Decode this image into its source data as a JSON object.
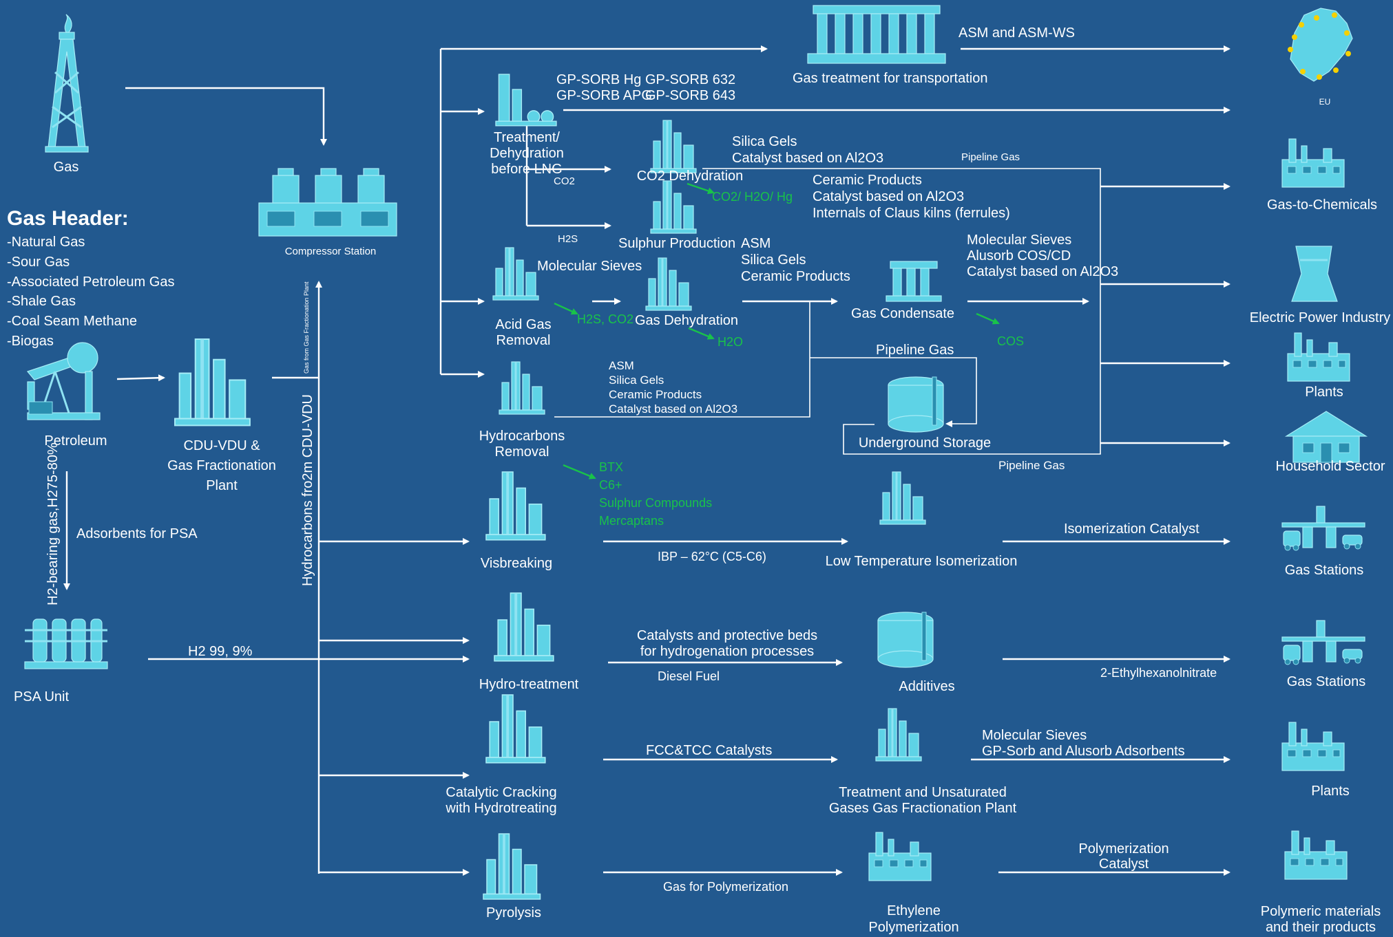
{
  "sources": {
    "gas": "Gas",
    "petroleum": "Petroleum",
    "compressor": "Compressor Station",
    "cdu": [
      "CDU-VDU &",
      "Gas Fractionation",
      "Plant"
    ],
    "psa": "PSA Unit"
  },
  "gas_header": {
    "title": "Gas Header:",
    "items": [
      "-Natural Gas",
      "-Sour Gas",
      "-Associated Petroleum Gas",
      "-Shale Gas",
      "-Coal Seam Methane",
      "-Biogas"
    ]
  },
  "vertical_labels": {
    "h2_bearing": "H2-bearing gas,H275-80%",
    "hydrocarbons": "Hydrocarbons fro2m CDU-VDU",
    "gas_from_fractionation": "Gas from Gas Fractionation Plant"
  },
  "edge_labels": {
    "adsorbents_psa": "Adsorbents for PSA",
    "h2_purity": "H2  99, 9%",
    "co2": "CO2",
    "h2s": "H2S",
    "pipeline_gas_1": "Pipeline Gas",
    "pipeline_gas_2": "Pipeline Gas",
    "pipeline_gas_3": "Pipeline Gas",
    "ibp": "IBP – 62°C (C5-C6)",
    "isomerization_catalyst": "Isomerization Catalyst",
    "diesel_fuel": "Diesel Fuel",
    "ethylhexanol": "2-Ethylhexanolnitrate",
    "fcc": "FCC&TCC Catalysts",
    "gas_for_poly": "Gas for Polymerization",
    "asm_ws": "ASM and ASM-WS"
  },
  "processes": {
    "gas_treatment": "Gas treatment for transportation",
    "treatment_dehydration": [
      "Treatment/",
      "Dehydration",
      "before LNG"
    ],
    "co2_dehydration": "CO2 Dehydration",
    "sulphur_production": "Sulphur Production",
    "acid_gas_removal": [
      "Acid Gas",
      "Removal"
    ],
    "gas_dehydration": "Gas Dehydration",
    "gas_condensate": "Gas Condensate",
    "hydrocarbons_removal": [
      "Hydrocarbons",
      "Removal"
    ],
    "underground_storage": "Underground Storage",
    "visbreaking": "Visbreaking",
    "low_temp_isomerization": "Low Temperature Isomerization",
    "hydrotreatment": "Hydro-treatment",
    "additives": "Additives",
    "catalytic_cracking": [
      "Catalytic Cracking",
      "with Hydrotreating"
    ],
    "treatment_unsaturated": [
      "Treatment and Unsaturated",
      "Gases Gas Fractionation Plant"
    ],
    "pyrolysis": "Pyrolysis",
    "ethylene_polymerization": [
      "Ethylene",
      "Polymerization"
    ]
  },
  "product_labels": {
    "gp_sorb_1": "GP-SORB Hg",
    "gp_sorb_2": "GP-SORB 632",
    "gp_sorb_3": "GP-SORB APG",
    "gp_sorb_4": "GP-SORB 643",
    "silica_catalyst": [
      "Silica Gels",
      "Catalyst based on Al2O3"
    ],
    "ceramic_block": [
      "Ceramic Products",
      "Catalyst based on Al2O3",
      "Internals of Claus kilns (ferrules)"
    ],
    "molecular_sieves": "Molecular Sieves",
    "asm_block": [
      "ASM",
      "Silica Gels",
      "Ceramic Products"
    ],
    "mol_sieves_block": [
      "Molecular Sieves",
      "Alusorb COS/CD",
      "Catalyst based on Al2O3"
    ],
    "hydrocarbons_block": [
      "ASM",
      "Silica Gels",
      "Ceramic Products",
      "Catalyst based on Al2O3"
    ],
    "catalysts_beds": [
      "Catalysts and protective beds",
      "for hydrogenation processes"
    ],
    "mol_sieves_gp": [
      "Molecular Sieves",
      "GP-Sorb and Alusorb Adsorbents"
    ],
    "poly_catalyst": [
      "Polymerization",
      "Catalyst"
    ]
  },
  "removed": {
    "co2_h2o_hg": "CO2/ H2O/ Hg",
    "h2s_co2": "H2S, CO2",
    "h2o": "H2O",
    "cos": "COS",
    "visbreaking_list": [
      "BTX",
      "C6+",
      "Sulphur Compounds",
      "Mercaptans"
    ]
  },
  "consumers": {
    "eu": "EU",
    "gas_to_chemicals": "Gas-to-Chemicals",
    "electric_power": "Electric Power Industry",
    "plants_1": "Plants",
    "household": "Household Sector",
    "gas_stations_1": "Gas Stations",
    "gas_stations_2": "Gas Stations",
    "plants_2": "Plants",
    "polymeric": [
      "Polymeric materials",
      "and their products"
    ]
  },
  "colors": {
    "background": "#22598f",
    "icon_fill": "#5ed3e6",
    "highlight_green": "#19c24a",
    "line_white": "#ffffff",
    "eu_star": "#f5d000"
  },
  "icons": [
    "gas-well-icon",
    "compressor-icon",
    "pumpjack-icon",
    "refinery-column-icon",
    "psa-unit-icon",
    "gas-treatment-facility-icon",
    "storage-tank-icon",
    "europe-map-icon",
    "power-plant-cooling-tower-icon",
    "house-icon",
    "gas-station-icon",
    "factory-icon"
  ]
}
